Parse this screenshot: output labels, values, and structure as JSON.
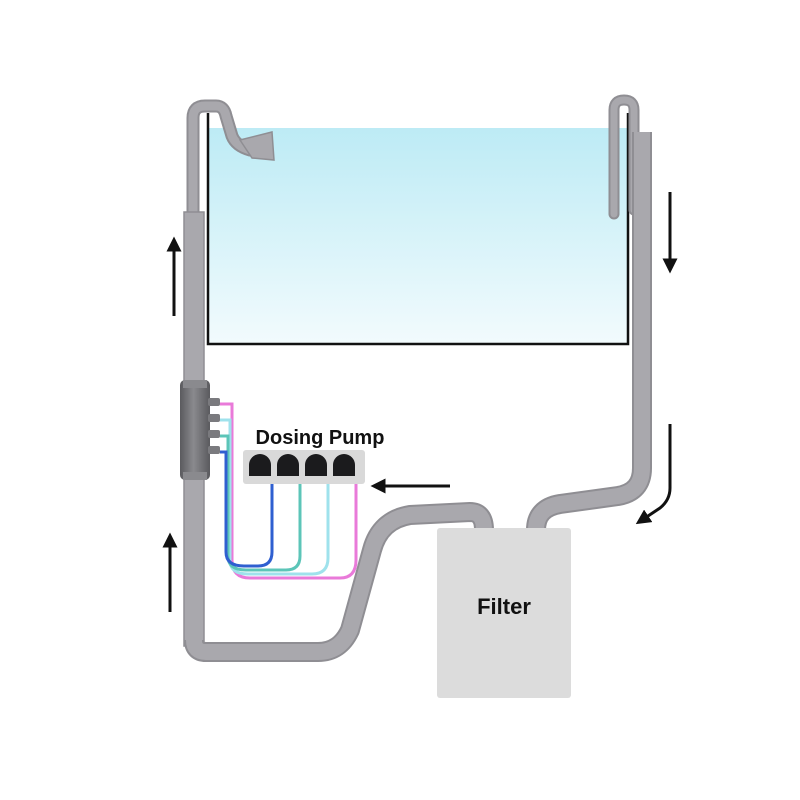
{
  "labels": {
    "dosing_pump": "Dosing Pump",
    "filter": "Filter"
  },
  "colors": {
    "pipe": "#a9a8ad",
    "pipe_outline": "#8f8e93",
    "water_top": "#bdebf5",
    "water_bottom": "#f2fbfd",
    "tank_outline": "#111111",
    "filter_fill": "#dcdcdc",
    "manifold": "#6e6e72",
    "pump_head": "#1b1b1d",
    "pump_panel": "#d9d9d9",
    "tube_blue": "#2f5fd0",
    "tube_teal": "#5cc5b8",
    "tube_lightblue": "#9fe2ec",
    "tube_pink": "#e97ad9",
    "arrow": "#111111"
  },
  "dosing_pump": {
    "head_count": 4,
    "tube_colors": [
      "tube_blue",
      "tube_teal",
      "tube_lightblue",
      "tube_pink"
    ]
  },
  "flow_arrows": [
    {
      "name": "return-up-upper-arrow",
      "direction": "up"
    },
    {
      "name": "return-up-lower-arrow",
      "direction": "up"
    },
    {
      "name": "drain-down-arrow",
      "direction": "down"
    },
    {
      "name": "drain-to-filter-arrow",
      "direction": "down-left"
    },
    {
      "name": "to-pump-arrow",
      "direction": "left"
    }
  ]
}
